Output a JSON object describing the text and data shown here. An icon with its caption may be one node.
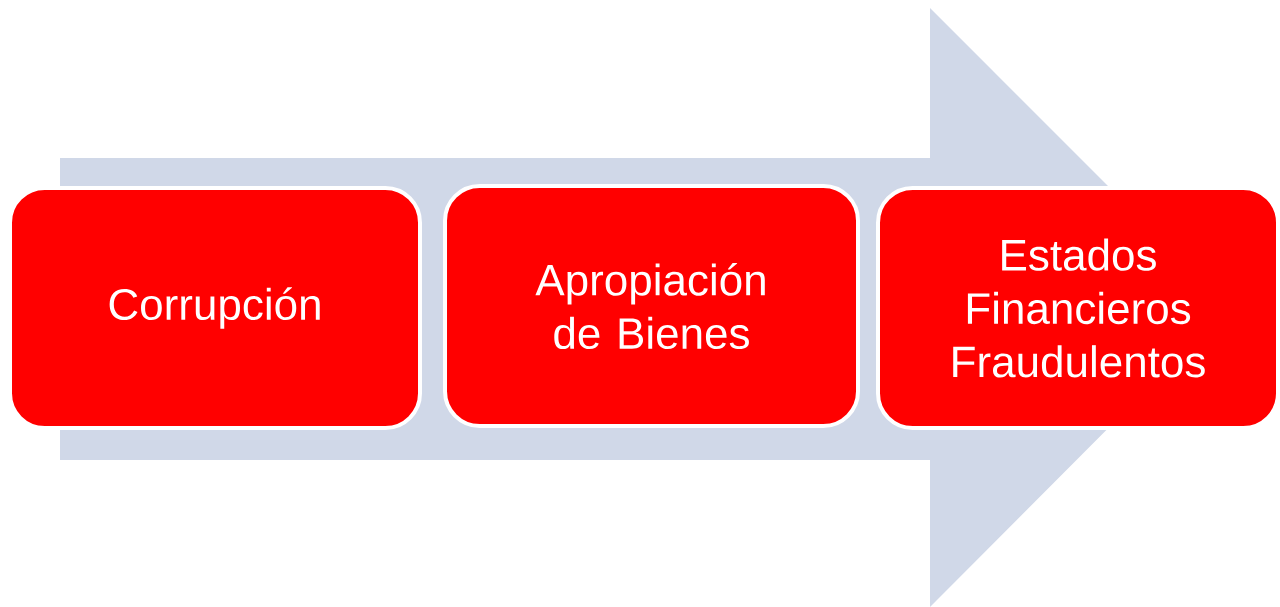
{
  "diagram": {
    "nodes": [
      {
        "text": [
          "Corrupción"
        ]
      },
      {
        "text": [
          "Apropiación de Bienes"
        ]
      },
      {
        "text": [
          "Estados Financieros Fraudulentos"
        ]
      }
    ],
    "edges": [
      {
        "from": 0,
        "to": 2,
        "arrow": "to"
      }
    ]
  }
}
